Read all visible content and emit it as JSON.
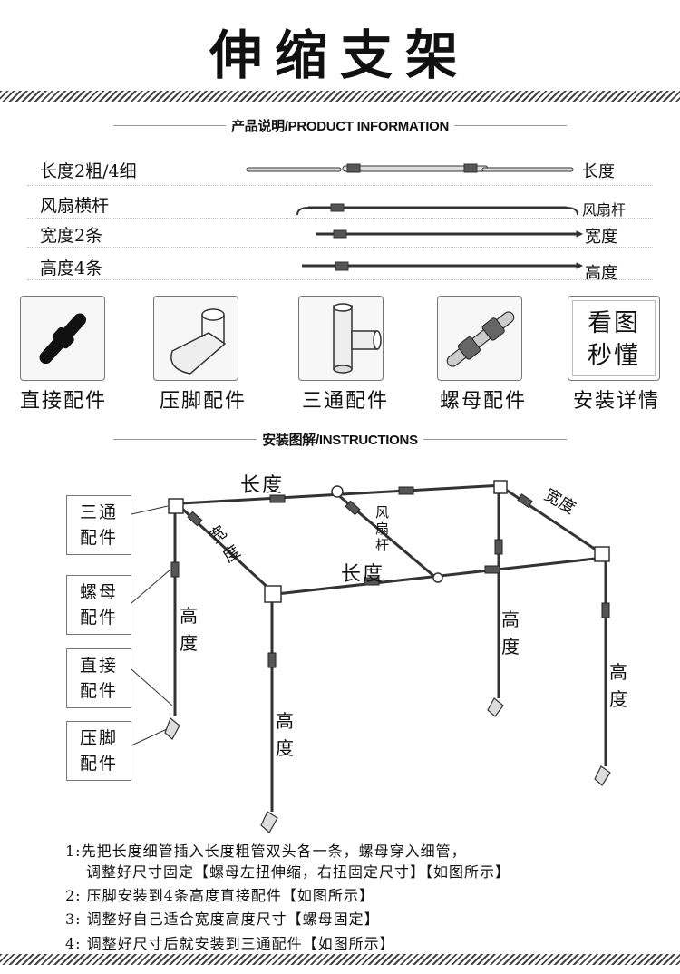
{
  "title": "伸缩支架",
  "section1": "产品说明/PRODUCT INFORMATION",
  "section2": "安装图解/INSTRUCTIONS",
  "parts": [
    {
      "left": "长度2粗/4细",
      "right": "长度"
    },
    {
      "left": "风扇横杆",
      "right": "风扇杆"
    },
    {
      "left": "宽度2条",
      "right": "宽度"
    },
    {
      "left": "高度4条",
      "right": "高度"
    }
  ],
  "accessories": [
    {
      "label": "直接配件",
      "icon": "straight-connector-icon"
    },
    {
      "label": "压脚配件",
      "icon": "foot-piece-icon"
    },
    {
      "label": "三通配件",
      "icon": "tee-connector-icon"
    },
    {
      "label": "螺母配件",
      "icon": "nut-connector-icon"
    },
    {
      "label": "安装详情",
      "box_text": "看图\n秒懂"
    }
  ],
  "diagram_labels": {
    "length_top": "长度",
    "length_mid": "长度",
    "width_right": "宽度",
    "width_left": "宽度",
    "fan": "风扇杆",
    "height1": "高度",
    "height2": "高度",
    "height3": "高度",
    "height4": "高度"
  },
  "side_boxes": [
    "三通配件",
    "螺母配件",
    "直接配件",
    "压脚配件"
  ],
  "instructions": [
    "1:先把长度细管插入长度粗管双头各一条，螺母穿入细管，",
    "调整好尺寸固定【螺母左扭伸缩，右扭固定尺寸】【如图所示】",
    "2: 压脚安装到4条高度直接配件【如图所示】",
    "3: 调整好自己适合宽度高度尺寸【螺母固定】",
    "4: 调整好尺寸后就安装到三通配件【如图所示】"
  ]
}
